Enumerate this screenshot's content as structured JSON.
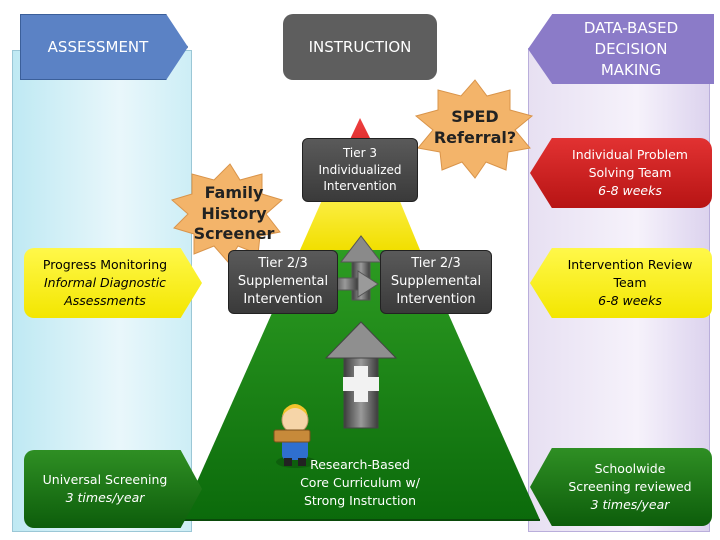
{
  "headers": {
    "assessment": "ASSESSMENT",
    "instruction": "INSTRUCTION",
    "data_based": [
      "DATA-BASED",
      "DECISION",
      "MAKING"
    ]
  },
  "left": {
    "progress": [
      "Progress Monitoring",
      "Informal Diagnostic",
      "Assessments"
    ],
    "universal": [
      "Universal Screening",
      "3 times/year"
    ]
  },
  "center": {
    "family": [
      "Family",
      "History",
      "Screener"
    ],
    "sped": [
      "SPED",
      "Referral?"
    ],
    "tier3": [
      "Tier 3",
      "Individualized",
      "Intervention"
    ],
    "tier23_left": [
      "Tier 2/3",
      "Supplemental",
      "Intervention"
    ],
    "tier23_right": [
      "Tier 2/3",
      "Supplemental",
      "Intervention"
    ],
    "core": [
      "Research-Based",
      "Core Curriculum w/",
      "Strong Instruction"
    ]
  },
  "right": {
    "problem_team": [
      "Individual Problem",
      "Solving Team",
      "6-8 weeks"
    ],
    "review_team": [
      "Intervention Review",
      "Team",
      "6-8 weeks"
    ],
    "schoolwide": [
      "Schoolwide",
      "Screening reviewed",
      "3 times/year"
    ]
  },
  "colors": {
    "assessment": "#5b82c5",
    "instruction": "#5e5e5e",
    "data_based": "#8b7bc8",
    "tier1": "#167a12",
    "tier2": "#f7ee2a",
    "tier3": "#d11f1f",
    "starburst": "#f3b46a"
  },
  "icons": [
    "student-reading-icon",
    "plus-arrow-icon",
    "right-arrow-icon",
    "up-arrow-icon"
  ]
}
